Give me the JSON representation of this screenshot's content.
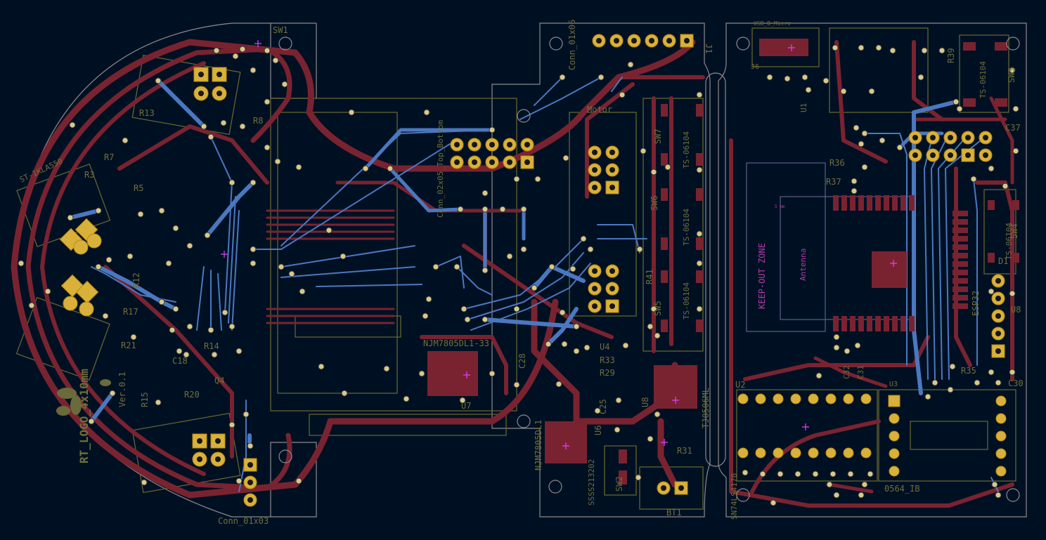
{
  "labels": {
    "sw1": "SW1",
    "conn_top": "Conn_01x06",
    "j1": "J1",
    "usb": "USB_B_Micro",
    "j6": "J6",
    "r39": "R39",
    "sw3": "SW3",
    "sw3_part": "TS-06104",
    "c37": "C37",
    "r36": "R36",
    "r37": "R37",
    "keepout": "KEEP-OUT ZONE",
    "antenna": "Antenna",
    "sw4": "SW4",
    "sw4_part": "TS-06104",
    "d1": "D1",
    "u8_conn": "U8",
    "r35": "R35",
    "c30": "C30",
    "esp": "ESP32",
    "u2": "U2",
    "u3": "U3",
    "u3_part": "0564_IB",
    "sn74": "SN74LS4170",
    "motor": "Motor",
    "sw7": "SW7",
    "sw7_part": "TS-06104",
    "sw6": "SW6",
    "sw6_part": "TS-06104",
    "sw5": "SW5",
    "sw5_part": "TS-06104",
    "r41": "R41",
    "u8": "U8",
    "u8_part": "TJ0506ML",
    "r31": "R31",
    "bt1": "BT1",
    "sw2": "SW2",
    "sw2_part": "SSSS213202",
    "njm1": "NJM7805DL1-33",
    "njm2": "NJM7805DL1",
    "u7": "U7",
    "u6": "U6",
    "r33": "R33",
    "r29": "R29",
    "c25": "C25",
    "u4": "U4",
    "c28": "C28",
    "conn_bottom": "Conn_01x03",
    "conn_side": "Conn_02x05_Top_Bottom",
    "r8": "R8",
    "r13": "R13",
    "r7": "R7",
    "r5": "R5",
    "r3": "R3",
    "r12": "R12",
    "r17": "R17",
    "r21": "R21",
    "r14": "R14",
    "r20": "R20",
    "q4": "Q4",
    "c18": "C18",
    "r15": "R15",
    "st1": "ST-1KLA550",
    "rt": "RT_LOGO_4x10mm",
    "ver": "Ver.0.1",
    "u1": "U1",
    "c32": "C32",
    "c31": "C31",
    "dmm": "5 mm"
  },
  "colors": {
    "background": "#001023",
    "copper_back": "#7a2330",
    "copper_front": "#4a78c0",
    "pad": "#d9b13a",
    "silk": "#6a6a30",
    "edge_cuts": "#8b8b8b",
    "marker": "#e040ff"
  }
}
